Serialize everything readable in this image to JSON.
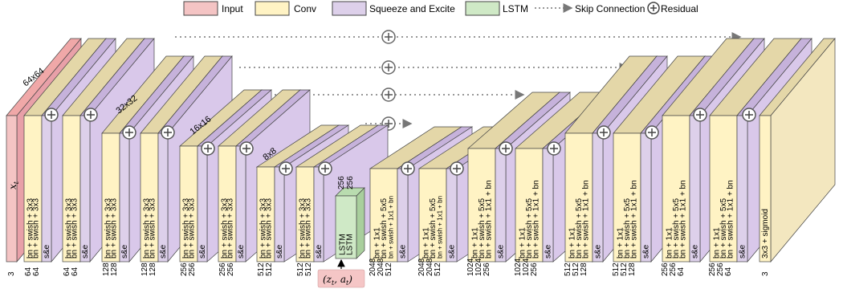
{
  "colors": {
    "input_front": "#f4c4c4",
    "input_top": "#f0a8a8",
    "input_side": "#e8a0a8",
    "conv_front": "#fff3c4",
    "conv_top": "#e4d7a8",
    "conv_side": "#f3e7bf",
    "se_front": "#ddd0ea",
    "se_top": "#c6b2db",
    "se_side": "#d9c8ea",
    "lstm_front": "#cfe9c6",
    "lstm_top": "#b9dcaf",
    "lstm_side": "#a9cf9d",
    "edge": "#444444",
    "zt_box": "#f5c6c6"
  },
  "legend": {
    "input": "Input",
    "conv": "Conv",
    "se": "Squeeze and Excite",
    "lstm": "LSTM",
    "skip": "Skip Connection",
    "residual": "Residual"
  },
  "sizes": {
    "s64": "64x64",
    "s32": "32x32",
    "s16": "16x16",
    "s8": "8x8"
  },
  "layer_labels": {
    "x_t": "x",
    "x_t_sub": "t",
    "bnsw33": "bn + swish + 3x3",
    "se": "s&e",
    "bn11": "bn + 1x1",
    "bnsw55": "bn + swish + 5x5",
    "bnsw11bn": "bn + swish + 1x1 + bn",
    "sig33": "3x3 + sigmoid",
    "lstm": "LSTM",
    "lstm_ch": "256"
  },
  "channels": {
    "input": "3",
    "e64": [
      "64",
      "64",
      "64",
      "64"
    ],
    "e32": [
      "128",
      "128",
      "128",
      "128"
    ],
    "e16": [
      "256",
      "256",
      "256",
      "256"
    ],
    "e8": [
      "512",
      "512",
      "512",
      "512"
    ],
    "d1": [
      "2048",
      "2048",
      "512"
    ],
    "d2": [
      "2048",
      "2048",
      "512"
    ],
    "d3": [
      "1024",
      "1024",
      "256"
    ],
    "d4": [
      "1024",
      "1024",
      "256"
    ],
    "d5": [
      "512",
      "512",
      "128"
    ],
    "d6": [
      "512",
      "512",
      "128"
    ],
    "d7": [
      "256",
      "256",
      "64"
    ],
    "d8": [
      "256",
      "256",
      "64"
    ],
    "output": "3"
  },
  "condition": {
    "text": "(z",
    "sub_t": "t",
    "comma": ", a",
    "close": ")"
  }
}
